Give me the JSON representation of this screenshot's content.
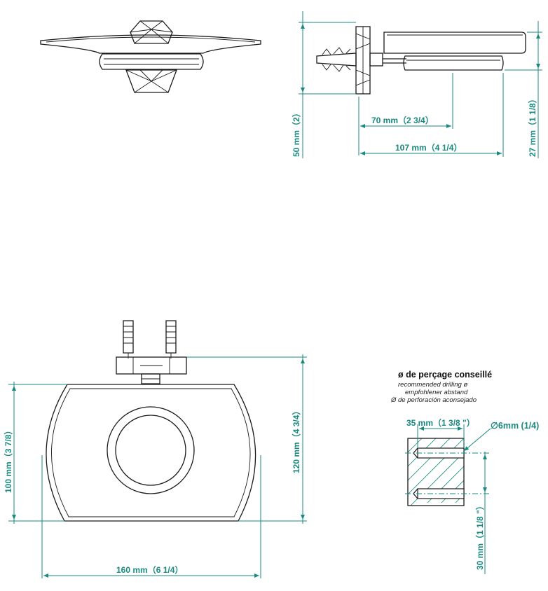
{
  "dimensions": {
    "side_height": "50 mm（2）",
    "side_projection": "70 mm（2 3/4）",
    "side_depth": "107 mm（4 1/4）",
    "side_thickness": "27 mm（1 1/8）",
    "front_inner_height": "100 mm（3 7/8）",
    "front_height": "120 mm（4 3/4）",
    "front_width": "160 mm（6 1/4）",
    "drill_spacing": "35 mm（1 3/8 \"）",
    "drill_diameter": "∅6mm (1/4)",
    "drill_depth": "30 mm（1 1/8 \"）"
  },
  "drilling_note": {
    "title": "ø de perçage conseillé",
    "line_en": "recommended drilling ø",
    "line_de": "empfohlener abstand",
    "line_es": "Ø de perforación aconsejado"
  }
}
